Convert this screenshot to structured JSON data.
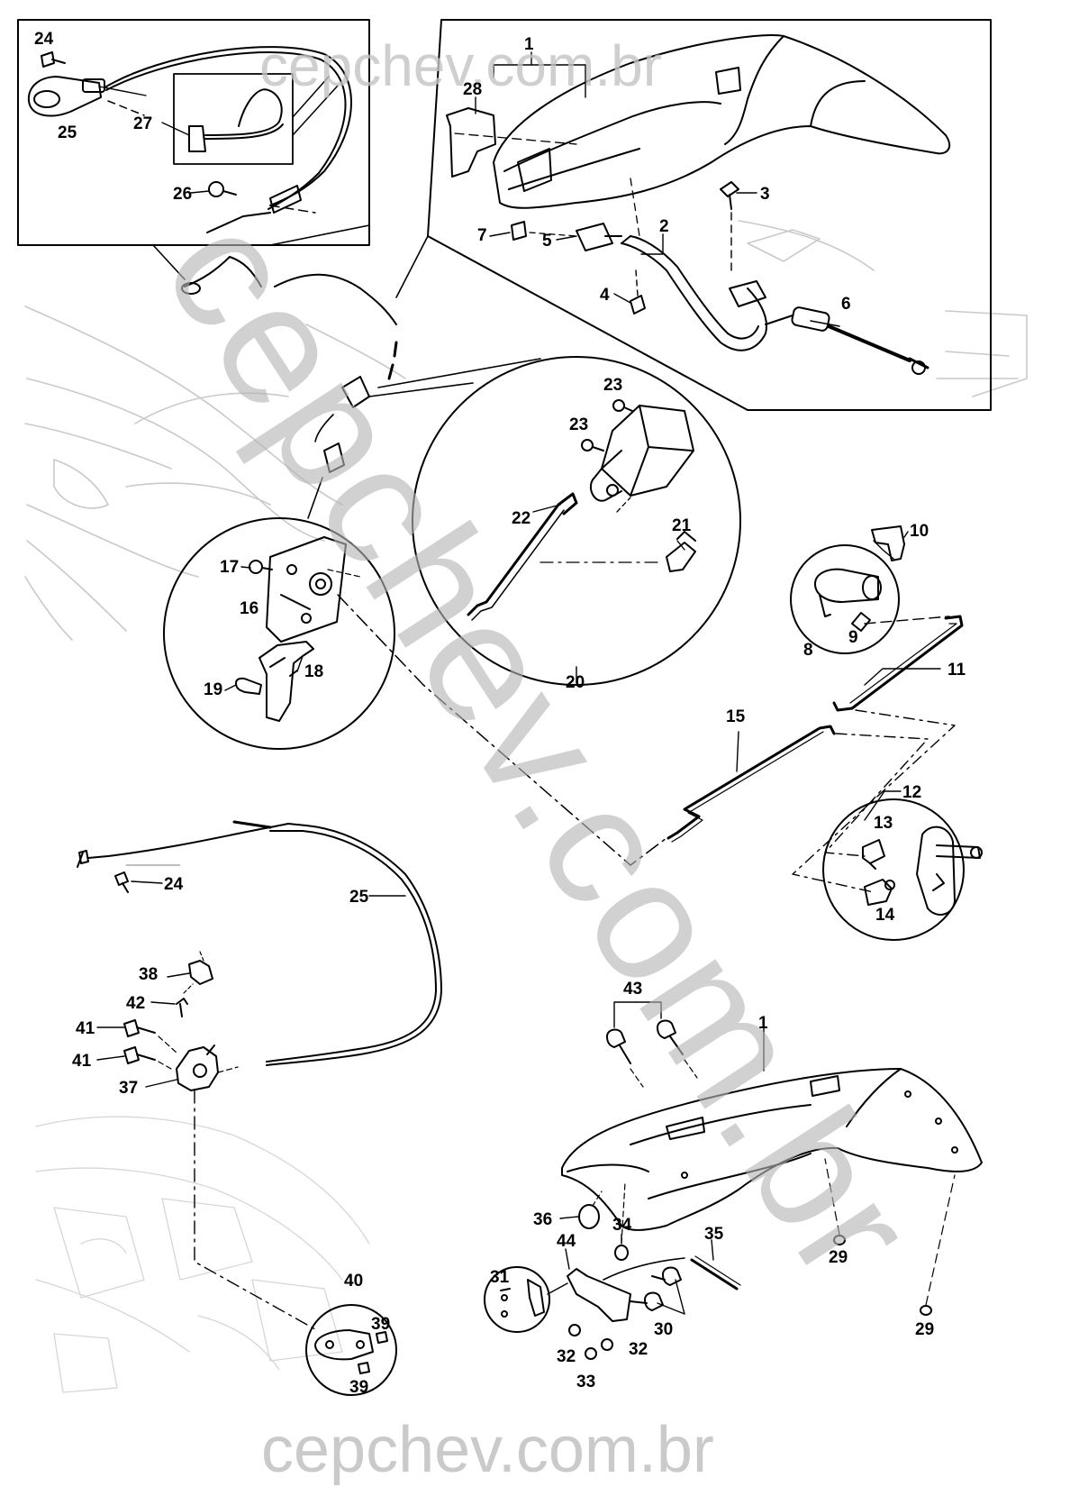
{
  "watermark": {
    "top": "cepchev.com.br",
    "diagonal": "cepchev.com.br",
    "bottom": "cepchev.com.br"
  },
  "callouts": {
    "c1_top": "1",
    "c28": "28",
    "c3": "3",
    "c2": "2",
    "c7": "7",
    "c5": "5",
    "c4": "4",
    "c6": "6",
    "c24_top": "24",
    "c25_top": "25",
    "c27": "27",
    "c26": "26",
    "c23a": "23",
    "c23b": "23",
    "c22": "22",
    "c21": "21",
    "c20": "20",
    "c17": "17",
    "c16": "16",
    "c18": "18",
    "c19": "19",
    "c10": "10",
    "c8": "8",
    "c9": "9",
    "c11": "11",
    "c15": "15",
    "c12": "12",
    "c13": "13",
    "c14": "14",
    "c24_mid": "24",
    "c25_mid": "25",
    "c38": "38",
    "c42": "42",
    "c41a": "41",
    "c41b": "41",
    "c37": "37",
    "c43": "43",
    "c1_bottom": "1",
    "c36": "36",
    "c34": "34",
    "c35": "35",
    "c44": "44",
    "c31": "31",
    "c30": "30",
    "c29a": "29",
    "c29b": "29",
    "c32a": "32",
    "c32b": "32",
    "c33": "33",
    "c40": "40",
    "c39a": "39",
    "c39b": "39"
  }
}
